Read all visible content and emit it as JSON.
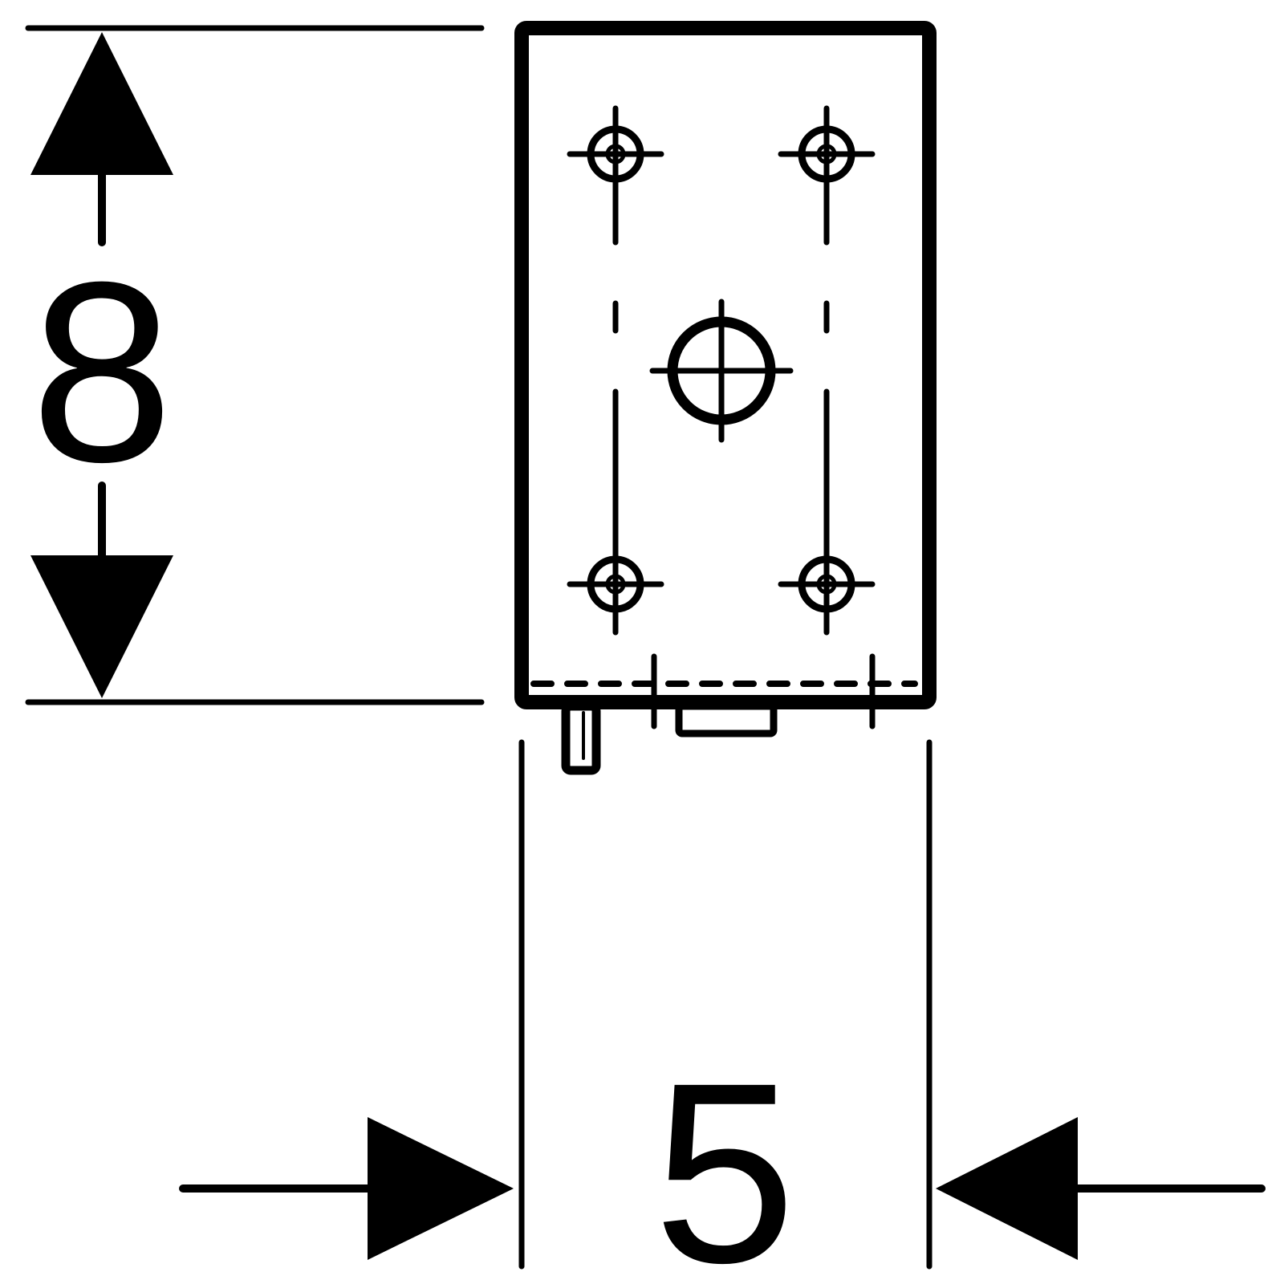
{
  "drawing": {
    "dimensions": {
      "height_label": "8",
      "width_label": "5"
    },
    "colors": {
      "ink": "#000000",
      "paper": "#ffffff"
    },
    "icons": {
      "arrow": "filled-triangle-arrowhead",
      "hole": "circle-with-crosshair"
    }
  }
}
